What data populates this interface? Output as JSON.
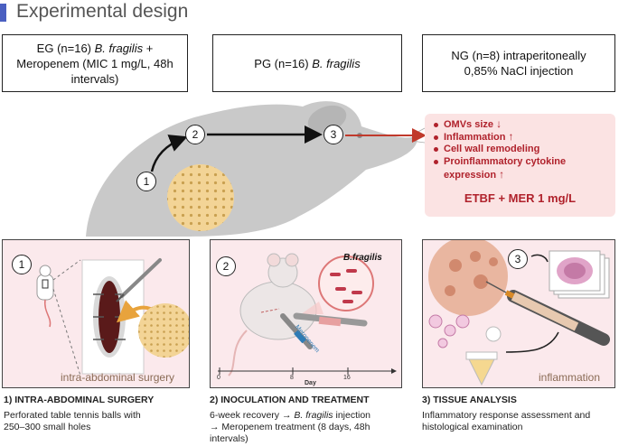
{
  "title": "Experimental design",
  "groups": [
    {
      "prefix": "EG (n=16) ",
      "species": "B. fragilis",
      "suffix": " + Meropenem (MIC 1 mg/L, 48h intervals)"
    },
    {
      "prefix": "PG (n=16) ",
      "species": "B. fragilis",
      "suffix": ""
    },
    {
      "prefix": "NG (n=8) intraperitoneally 0,85% NaCl injection",
      "species": "",
      "suffix": ""
    }
  ],
  "steps": [
    "1",
    "2",
    "3"
  ],
  "results": [
    {
      "text": "OMVs size",
      "arrow": "down"
    },
    {
      "text": "Inflammation",
      "arrow": "up"
    },
    {
      "text": "Cell wall remodeling",
      "arrow": ""
    },
    {
      "text": "Proinflammatory cytokine",
      "arrow": ""
    },
    {
      "text": "expression",
      "arrow": "up"
    }
  ],
  "final_label": "ETBF + MER 1 mg/L",
  "panels": [
    {
      "num": "1",
      "caption": "intra-abdominal surgery"
    },
    {
      "num": "2",
      "label": "B.fragilis",
      "drug": "Meropenem",
      "axis_title": "Day",
      "ticks": [
        "0",
        "8",
        "16"
      ]
    },
    {
      "num": "3",
      "caption": "inflammation"
    }
  ],
  "sections": [
    {
      "head": "1) INTRA-ABDOMINAL SURGERY",
      "body": [
        "Perforated table tennis balls with",
        "250–300 small holes"
      ]
    },
    {
      "head": "2) INOCULATION AND TREATMENT",
      "body_parts": [
        "6-week recovery → ",
        "B. fragilis",
        " injection"
      ],
      "body": [
        "→ Meropenem treatment (8 days, 48h",
        "intervals)"
      ]
    },
    {
      "head": "3) TISSUE ANALYSIS",
      "body": [
        "Inflammatory response assessment and",
        "histological examination"
      ]
    }
  ],
  "colors": {
    "accent": "#4a5fc1",
    "result": "#b0222c",
    "panel_bg": "#fbe9ec",
    "mouse": "#c9c9c9",
    "ball": "#f3d496"
  }
}
